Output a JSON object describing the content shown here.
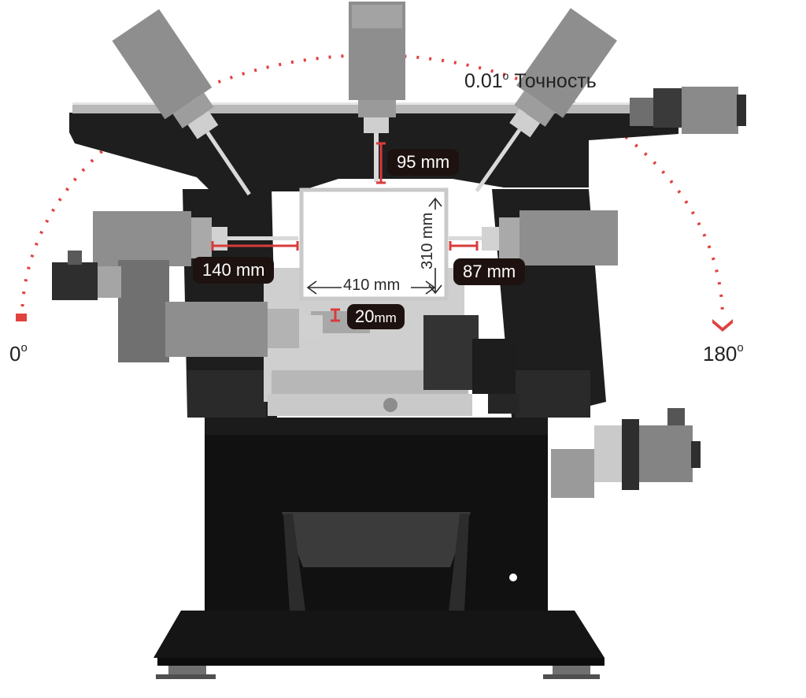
{
  "labels": {
    "accuracy": {
      "value": "0.01",
      "deg": "o",
      "text": "Точность"
    },
    "angle_start": {
      "value": "0",
      "deg": "o"
    },
    "angle_end": {
      "value": "180",
      "deg": "o"
    }
  },
  "dimensions": {
    "top_stroke": "95 mm",
    "left_stroke": "140 mm",
    "right_stroke": "87 mm",
    "lower_stroke": {
      "value": "20",
      "unit": "mm"
    },
    "table_width": "410 mm",
    "table_height": "310 mm"
  },
  "icons": [
    "motor-icon",
    "spindle-head-icon",
    "angle-arc-icon",
    "dimension-arrow-icon"
  ],
  "colors": {
    "arc": "#e0423f",
    "frame": "#1e1e1e",
    "head": "#8e8e8e",
    "badge": "#1d120f",
    "workspace_border": "#c9c9c9"
  }
}
